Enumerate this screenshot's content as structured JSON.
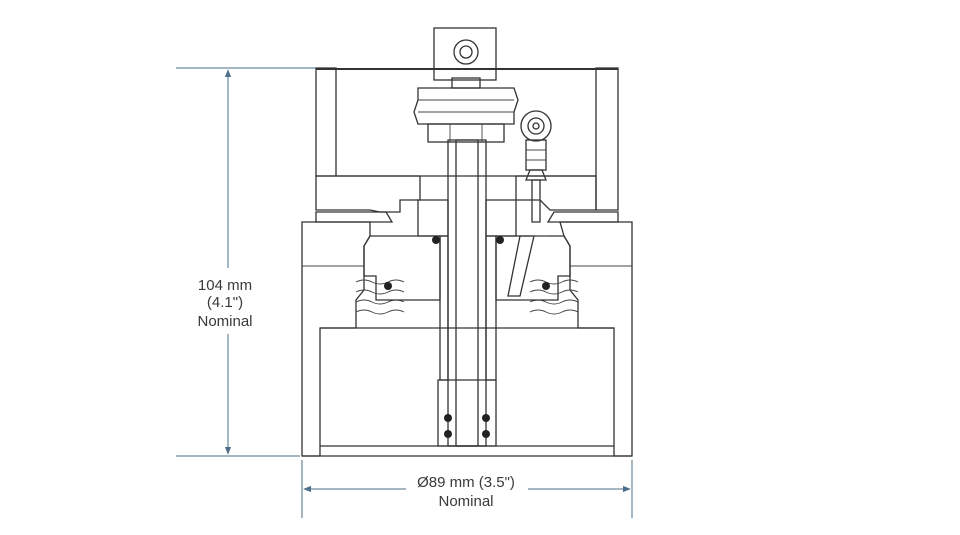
{
  "height_dimension": {
    "value": "104 mm",
    "imperial": "(4.1\")",
    "qualifier": "Nominal"
  },
  "diameter_dimension": {
    "value": "Ø89 mm (3.5\")",
    "qualifier": "Nominal"
  },
  "colors": {
    "outline": "#333333",
    "dimension_line": "#4e6f8a",
    "hatch": "#555555",
    "packing": "#8a8a8a"
  }
}
